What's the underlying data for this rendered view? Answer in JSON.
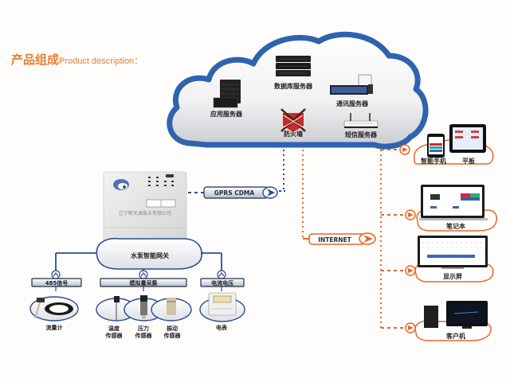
{
  "heading": {
    "zh": "产品组成",
    "en": "Product description："
  },
  "cloud": {
    "items": [
      {
        "id": "app-server",
        "label": "应用服务器"
      },
      {
        "id": "db-server",
        "label": "数据库服务器"
      },
      {
        "id": "comm-server",
        "label": "通讯服务器"
      },
      {
        "id": "firewall",
        "label": "防火墙"
      },
      {
        "id": "sms-server",
        "label": "短信服务器"
      }
    ]
  },
  "gateway": {
    "label": "水泵智能网关",
    "company": "辽宁新天源泵业有限公司"
  },
  "links": {
    "gprs": "GPRS CDMA",
    "internet": "INTERNET"
  },
  "sensors": {
    "groups": [
      {
        "title": "485信号",
        "items": [
          "流量计"
        ]
      },
      {
        "title": "模拟量采集",
        "items": [
          "温度\n传感器",
          "压力\n传感器",
          "振动\n传感器"
        ]
      },
      {
        "title": "电流电压",
        "items": [
          "电表"
        ]
      }
    ],
    "labels": {
      "flowmeter": "流量计",
      "temp_1": "温度",
      "temp_2": "传感器",
      "pressure_1": "压力",
      "pressure_2": "传感器",
      "vibration_1": "振动",
      "vibration_2": "传感器",
      "meter": "电表"
    }
  },
  "clients": [
    {
      "id": "mobile",
      "labels": [
        "智能手机",
        "平板"
      ]
    },
    {
      "id": "laptop",
      "labels": [
        "笔记本"
      ]
    },
    {
      "id": "display",
      "labels": [
        "显示屏"
      ]
    },
    {
      "id": "desktop",
      "labels": [
        "客户机"
      ]
    }
  ],
  "colors": {
    "heading": "#e87c2c",
    "cloud_border": "#2f63b0",
    "blue_line": "#2b4f8f",
    "orange_line": "#e8662b"
  }
}
